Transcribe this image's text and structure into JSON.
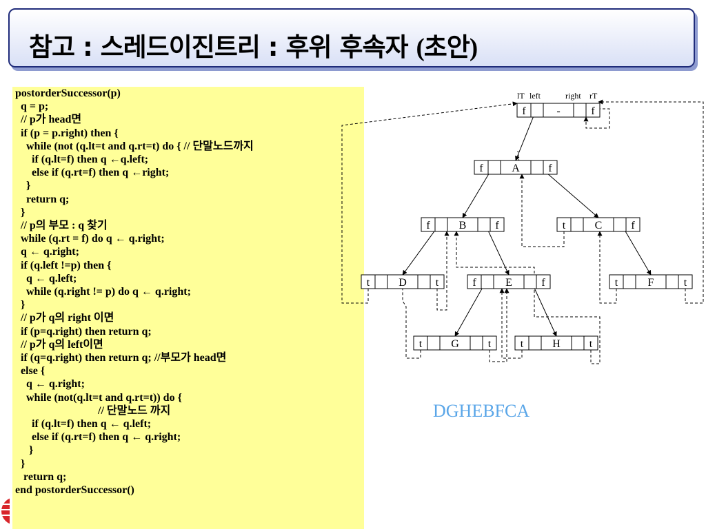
{
  "title": {
    "main": "참고 : 스레드이진트리 : 후위 후속자 ",
    "paren": "(초안)"
  },
  "code_lines": [
    "postorderSuccessor(p)",
    "  q = p;",
    "  // p가 head면",
    "  if (p = p.right) then {",
    "    while (not (q.lt=t and q.rt=t) do { // 단말노드까지",
    "      if (q.lt=f) then q ←q.left;",
    "      else if (q.rt=f) then q ←right;",
    "    }",
    "    return q;",
    "  }",
    "  // p의 부모 : q 찾기",
    "  while (q.rt = f) do q ← q.right;",
    "  q ← q.right;",
    "  if (q.left !=p) then {",
    "    q ← q.left;",
    "    while (q.right != p) do q ← q.right;",
    "  }",
    "  // p가 q의 right 이면",
    "  if (p=q.right) then return q;",
    "  // p가 q의 left이면",
    "  if (q=q.right) then return q; //부모가 head면",
    "  else {",
    "    q ← q.right;",
    "    while (not(q.lt=t and q.rt=t)) do {",
    "                              // 단말노드 까지",
    "      if (q.lt=f) then q ← q.left;",
    "      else if (q.rt=f) then q ← q.right;",
    "     }",
    "  }",
    "   return q;",
    "end postorderSuccessor()"
  ],
  "tree": {
    "header_labels": {
      "lt": "lT",
      "left": "left",
      "right": "right",
      "rt": "rT"
    },
    "head": {
      "lt": "f",
      "data": "-",
      "rt": "f"
    },
    "nodes": [
      {
        "id": "A",
        "lt": "f",
        "data": "A",
        "rt": "f"
      },
      {
        "id": "B",
        "lt": "f",
        "data": "B",
        "rt": "f"
      },
      {
        "id": "C",
        "lt": "t",
        "data": "C",
        "rt": "f"
      },
      {
        "id": "D",
        "lt": "t",
        "data": "D",
        "rt": "t"
      },
      {
        "id": "E",
        "lt": "f",
        "data": "E",
        "rt": "f"
      },
      {
        "id": "F",
        "lt": "t",
        "data": "F",
        "rt": "t"
      },
      {
        "id": "G",
        "lt": "t",
        "data": "G",
        "rt": "t"
      },
      {
        "id": "H",
        "lt": "t",
        "data": "H",
        "rt": "t"
      }
    ]
  },
  "traversal_order": "DGHEBFCA",
  "colors": {
    "title_border": "#1f2b7a",
    "code_background": "#ffff99",
    "order_text": "#5aa6e8"
  }
}
